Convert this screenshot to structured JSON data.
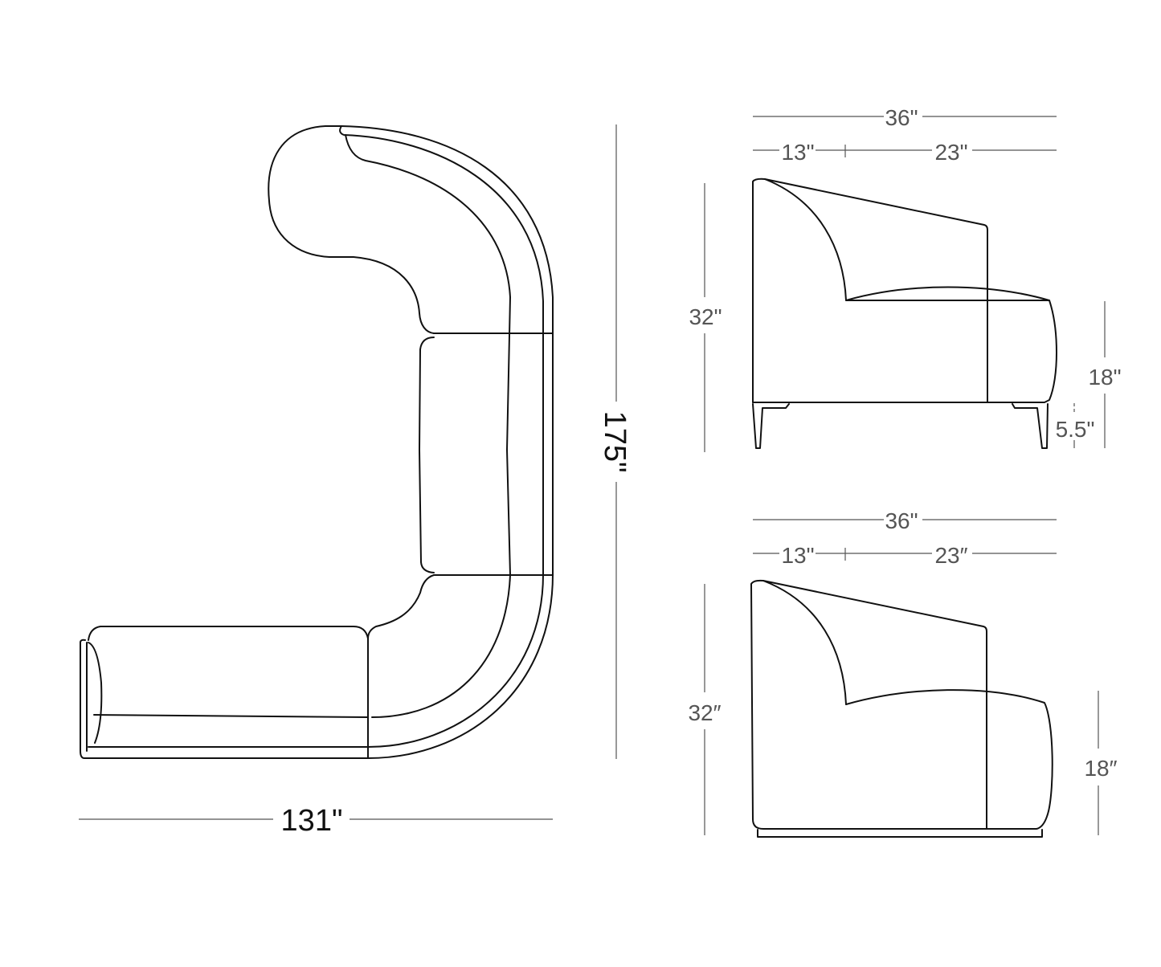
{
  "plan_view": {
    "width_label": "131\"",
    "depth_label": "175\""
  },
  "side_view_legs": {
    "overall_depth": "36\"",
    "back_depth": "13\"",
    "seat_depth": "23\"",
    "height": "32\"",
    "seat_height": "18\"",
    "leg_height": "5.5\""
  },
  "side_view_plinth": {
    "overall_depth": "36\"",
    "back_depth": "13\"",
    "seat_depth": "23″",
    "height": "32″",
    "seat_height": "18″"
  }
}
